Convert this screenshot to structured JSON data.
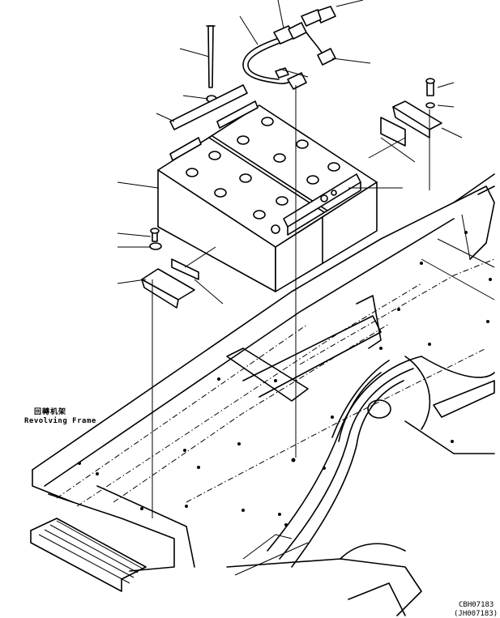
{
  "diagram": {
    "frame_label_cn": "回轉机架",
    "frame_label_en": "Revolving Frame",
    "drawing_code": "CBH07183",
    "drawing_code_alt": "(JH007183)"
  }
}
